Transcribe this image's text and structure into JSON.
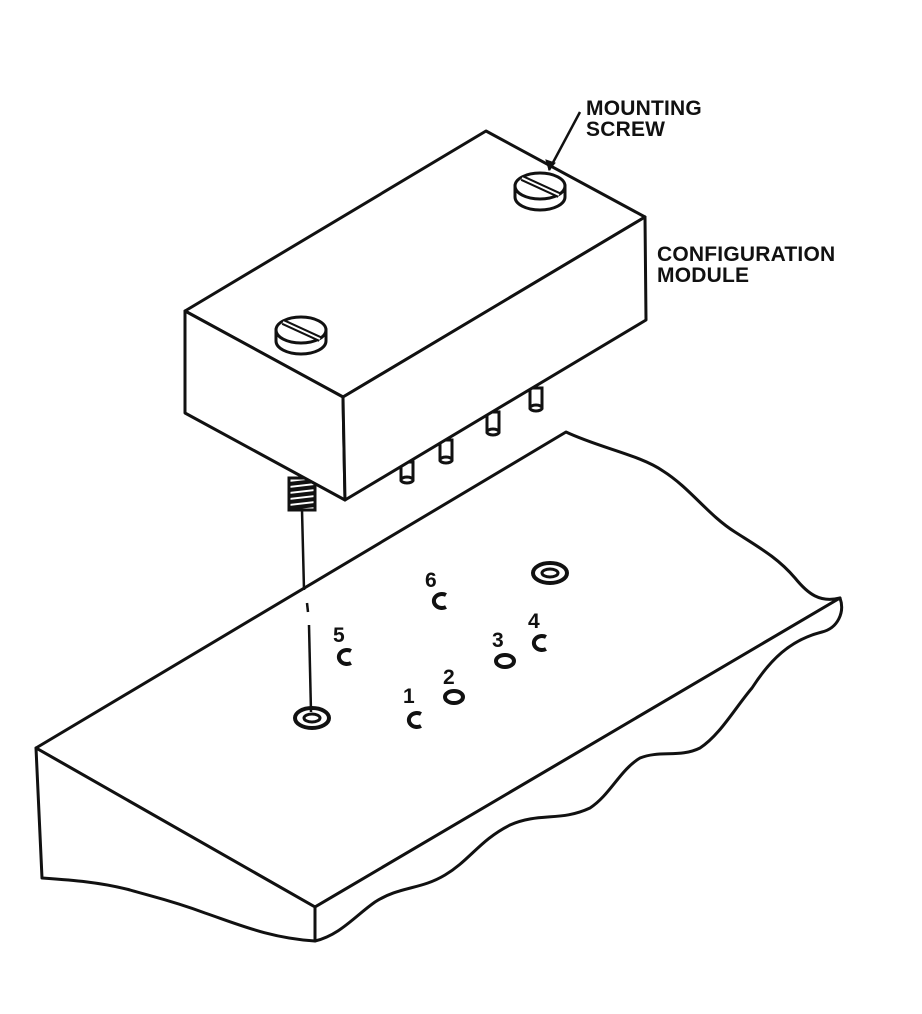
{
  "callouts": {
    "mounting_screw": [
      "MOUNTING",
      "SCREW"
    ],
    "configuration_module": [
      "CONFIGURATION",
      "MODULE"
    ]
  },
  "pin_holes": [
    {
      "number": "1",
      "shape": "c"
    },
    {
      "number": "2",
      "shape": "o"
    },
    {
      "number": "3",
      "shape": "o"
    },
    {
      "number": "4",
      "shape": "c"
    },
    {
      "number": "5",
      "shape": "c"
    },
    {
      "number": "6",
      "shape": "c"
    }
  ],
  "colors": {
    "ink": "#111111",
    "paper": "#ffffff"
  }
}
